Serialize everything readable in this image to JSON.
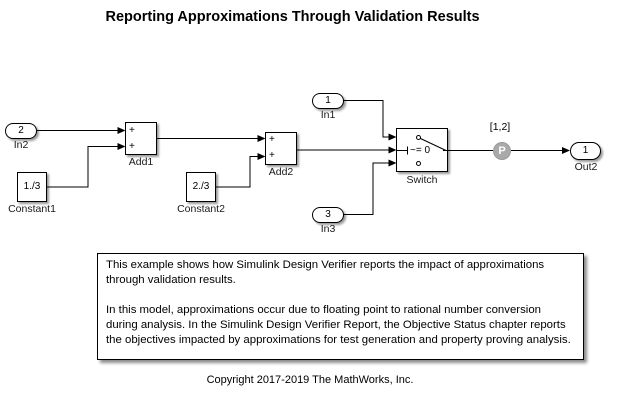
{
  "title": "Reporting Approximations Through Validation Results",
  "diagram": {
    "inports": {
      "in2": {
        "port": "2",
        "label": "In2"
      },
      "in1": {
        "port": "1",
        "label": "In1"
      },
      "in3": {
        "port": "3",
        "label": "In3"
      }
    },
    "outport": {
      "port": "1",
      "label": "Out2"
    },
    "sums": {
      "add1": {
        "label": "Add1",
        "op1": "+",
        "op2": "+"
      },
      "add2": {
        "label": "Add2",
        "op1": "+",
        "op2": "+"
      }
    },
    "constants": {
      "constant1": {
        "value": "1./3",
        "label": "Constant1"
      },
      "constant2": {
        "value": "2./3",
        "label": "Constant2"
      }
    },
    "switch": {
      "criteria": "~= 0",
      "label": "Switch"
    },
    "probe": {
      "letter": "P"
    },
    "signal_annotation": "[1,2]",
    "colors": {
      "wire": "#000000",
      "block_fill": "#ffffff",
      "block_border": "#000000",
      "probe_fill": "#a9a9a9",
      "probe_text": "#ffffff"
    }
  },
  "description": {
    "para1": "This example shows how Simulink Design Verifier reports the impact of approximations through validation results.",
    "para2": "In this model, approximations occur due to floating point to rational number conversion during analysis. In the Simulink Design Verifier Report, the Objective Status chapter reports the objectives impacted by approximations for test generation and property proving analysis."
  },
  "copyright": "Copyright 2017-2019 The MathWorks, Inc."
}
